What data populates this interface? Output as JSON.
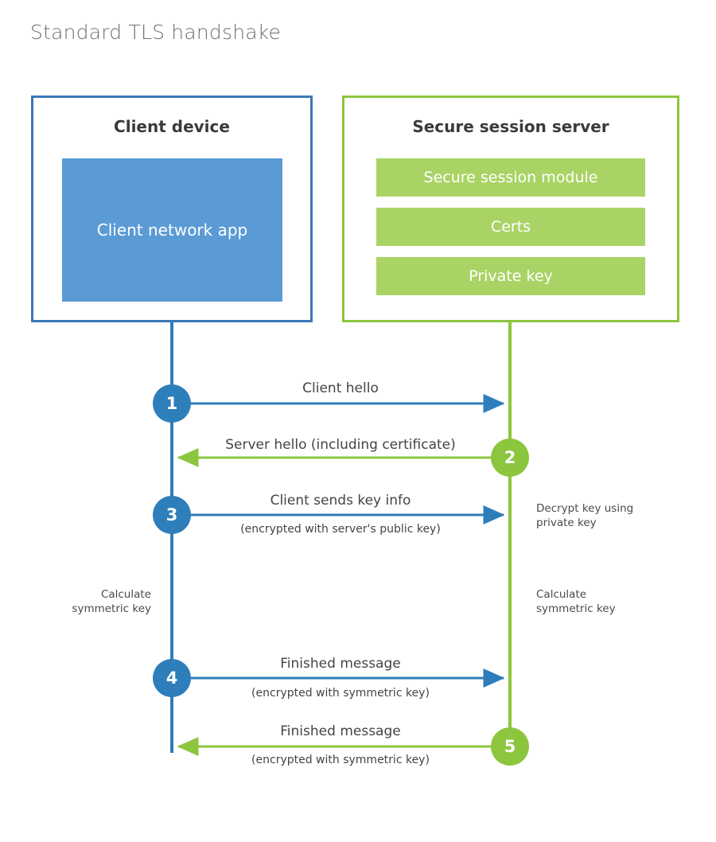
{
  "title": "Standard TLS handshake",
  "colors": {
    "client_border": "#3a78b8",
    "client_fill": "#5b9bd5",
    "client_line": "#2e7ebb",
    "server_border": "#8cc63e",
    "server_fill": "#a9d465",
    "server_line": "#8cc63e",
    "title_text": "#6f6f6f",
    "body_text": "#444444"
  },
  "parties": {
    "client": {
      "title": "Client device",
      "app_label": "Client network app"
    },
    "server": {
      "title": "Secure session server",
      "components": [
        {
          "label": "Secure session module"
        },
        {
          "label": "Certs"
        },
        {
          "label": "Private key"
        }
      ]
    }
  },
  "steps": [
    {
      "number": "1",
      "side": "client",
      "direction": "client-to-server",
      "label": "Client hello",
      "sublabel": ""
    },
    {
      "number": "2",
      "side": "server",
      "direction": "server-to-client",
      "label": "Server hello (including certificate)",
      "sublabel": ""
    },
    {
      "number": "3",
      "side": "client",
      "direction": "client-to-server",
      "label": "Client sends key info",
      "sublabel": "(encrypted with server's public key)"
    },
    {
      "number": "4",
      "side": "client",
      "direction": "client-to-server",
      "label": "Finished message",
      "sublabel": "(encrypted with symmetric key)"
    },
    {
      "number": "5",
      "side": "server",
      "direction": "server-to-client",
      "label": "Finished message",
      "sublabel": "(encrypted with symmetric key)"
    }
  ],
  "notes": {
    "server_decrypt": "Decrypt key using\nprivate key",
    "client_calculate": "Calculate\nsymmetric key",
    "server_calculate": "Calculate\nsymmetric key"
  }
}
